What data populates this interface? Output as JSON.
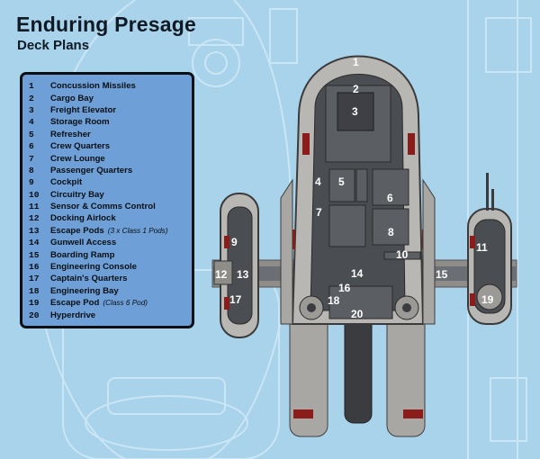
{
  "title": "Enduring Presage",
  "subtitle": "Deck Plans",
  "legend": [
    {
      "num": "1",
      "label": "Concussion Missiles",
      "note": ""
    },
    {
      "num": "2",
      "label": "Cargo Bay",
      "note": ""
    },
    {
      "num": "3",
      "label": "Freight Elevator",
      "note": ""
    },
    {
      "num": "4",
      "label": "Storage Room",
      "note": ""
    },
    {
      "num": "5",
      "label": "Refresher",
      "note": ""
    },
    {
      "num": "6",
      "label": "Crew Quarters",
      "note": ""
    },
    {
      "num": "7",
      "label": "Crew Lounge",
      "note": ""
    },
    {
      "num": "8",
      "label": "Passenger Quarters",
      "note": ""
    },
    {
      "num": "9",
      "label": "Cockpit",
      "note": ""
    },
    {
      "num": "10",
      "label": "Circuitry Bay",
      "note": ""
    },
    {
      "num": "11",
      "label": "Sensor & Comms Control",
      "note": ""
    },
    {
      "num": "12",
      "label": "Docking Airlock",
      "note": ""
    },
    {
      "num": "13",
      "label": "Escape Pods",
      "note": "(3 x Class 1 Pods)"
    },
    {
      "num": "14",
      "label": "Gunwell Access",
      "note": ""
    },
    {
      "num": "15",
      "label": "Boarding Ramp",
      "note": ""
    },
    {
      "num": "16",
      "label": "Engineering Console",
      "note": ""
    },
    {
      "num": "17",
      "label": "Captain's Quarters",
      "note": ""
    },
    {
      "num": "18",
      "label": "Engineering Bay",
      "note": ""
    },
    {
      "num": "19",
      "label": "Escape Pod",
      "note": "(Class 6 Pod)"
    },
    {
      "num": "20",
      "label": "Hyperdrive",
      "note": ""
    }
  ],
  "map_labels": [
    "1",
    "2",
    "3",
    "4",
    "5",
    "6",
    "7",
    "8",
    "9",
    "10",
    "11",
    "12",
    "13",
    "14",
    "15",
    "16",
    "17",
    "18",
    "19",
    "20"
  ],
  "colors": {
    "background": "#a9d3ea",
    "legend_fill": "#6e9fd6",
    "hull": "#b9b7b3",
    "deck_floor": "#4a4d52",
    "accent_red": "#8c1c1a",
    "text_dark": "#0f1a24"
  }
}
